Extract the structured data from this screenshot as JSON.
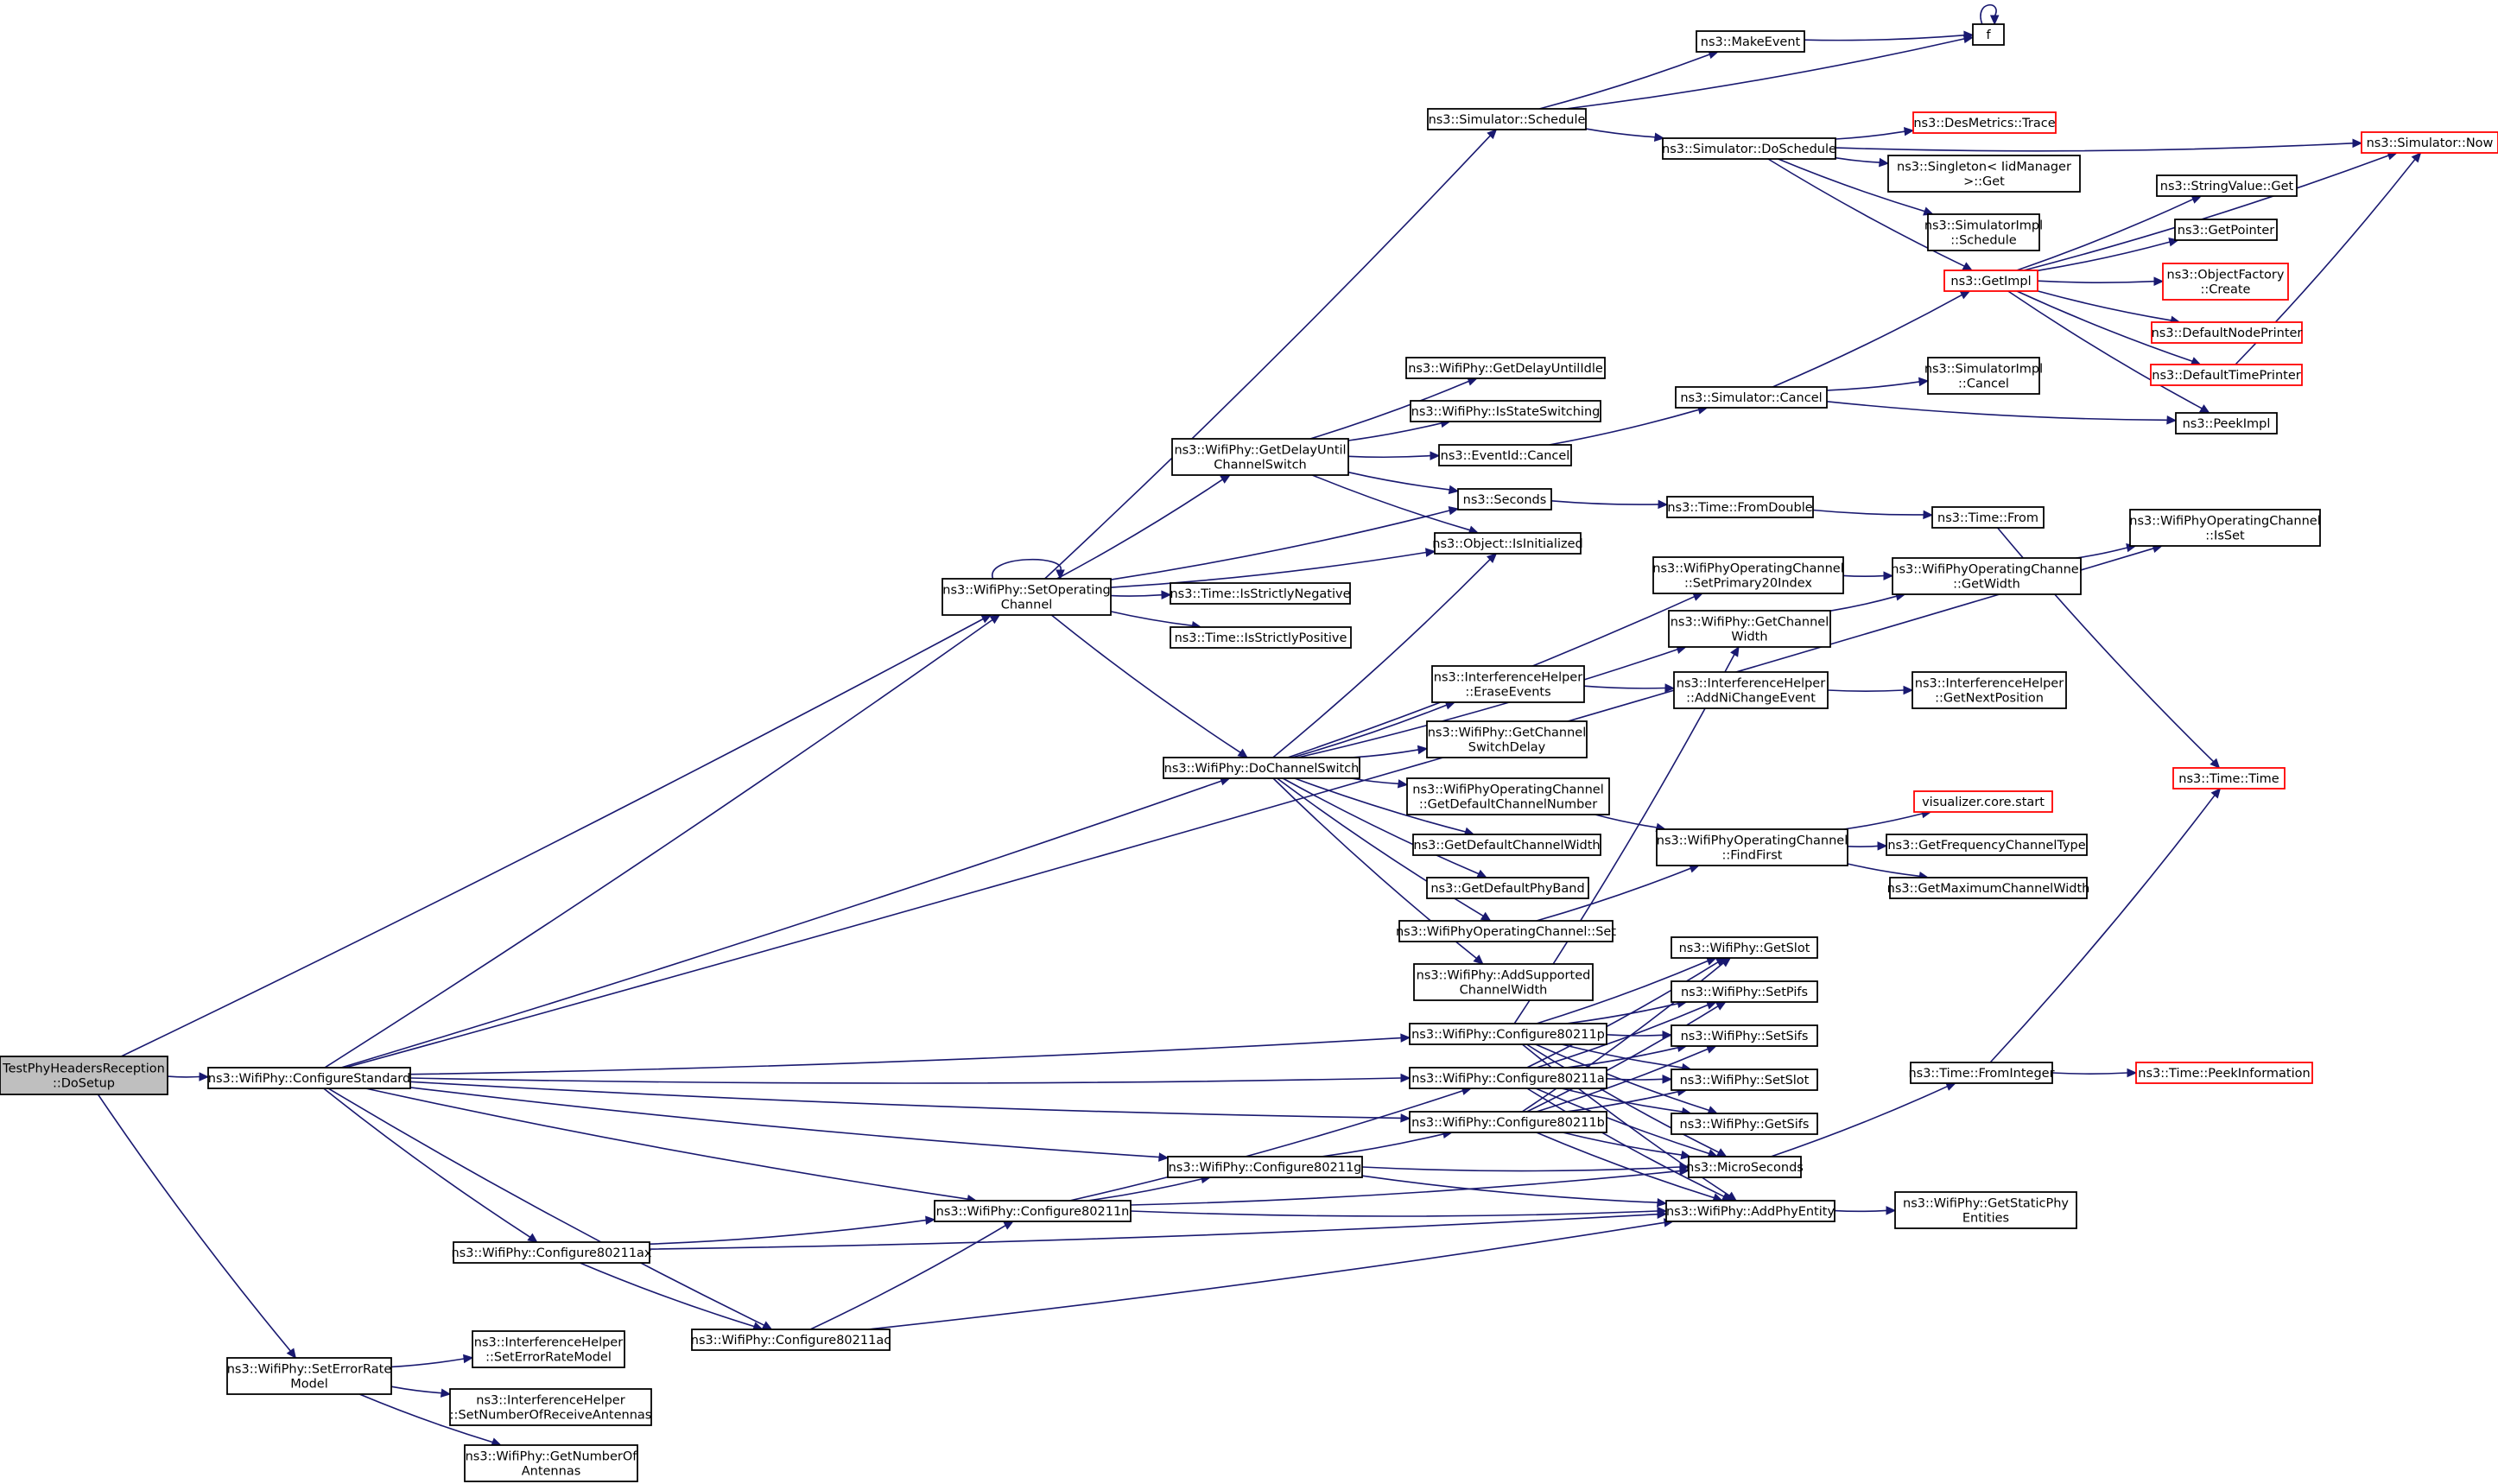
{
  "nodes": [
    {
      "id": "root",
      "lines": [
        "TestPhyHeadersReception",
        "::DoSetup"
      ],
      "kind": "root"
    },
    {
      "id": "cfgstd",
      "lines": [
        "ns3::WifiPhy::ConfigureStandard"
      ]
    },
    {
      "id": "seterr",
      "lines": [
        "ns3::WifiPhy::SetErrorRate",
        "Model"
      ]
    },
    {
      "id": "ih_seterr",
      "lines": [
        "ns3::InterferenceHelper",
        "::SetErrorRateModel"
      ]
    },
    {
      "id": "ih_setnum",
      "lines": [
        "ns3::InterferenceHelper",
        "::SetNumberOfReceiveAntennas"
      ]
    },
    {
      "id": "getnumant",
      "lines": [
        "ns3::WifiPhy::GetNumberOf",
        "Antennas"
      ]
    },
    {
      "id": "setop",
      "lines": [
        "ns3::WifiPhy::SetOperating",
        "Channel"
      ]
    },
    {
      "id": "dochsw",
      "lines": [
        "ns3::WifiPhy::DoChannelSwitch"
      ]
    },
    {
      "id": "getdelay",
      "lines": [
        "ns3::WifiPhy::GetDelayUntil",
        "ChannelSwitch"
      ]
    },
    {
      "id": "getdelayidle",
      "lines": [
        "ns3::WifiPhy::GetDelayUntilIdle"
      ]
    },
    {
      "id": "isstatesw",
      "lines": [
        "ns3::WifiPhy::IsStateSwitching"
      ]
    },
    {
      "id": "evcancel",
      "lines": [
        "ns3::EventId::Cancel"
      ]
    },
    {
      "id": "seconds",
      "lines": [
        "ns3::Seconds"
      ]
    },
    {
      "id": "isinit",
      "lines": [
        "ns3::Object::IsInitialized"
      ]
    },
    {
      "id": "strneg",
      "lines": [
        "ns3::Time::IsStrictlyNegative"
      ]
    },
    {
      "id": "strpos",
      "lines": [
        "ns3::Time::IsStrictlyPositive"
      ]
    },
    {
      "id": "sched",
      "lines": [
        "ns3::Simulator::Schedule"
      ]
    },
    {
      "id": "mkevent",
      "lines": [
        "ns3::MakeEvent"
      ]
    },
    {
      "id": "f",
      "lines": [
        "f"
      ]
    },
    {
      "id": "dosched",
      "lines": [
        "ns3::Simulator::DoSchedule"
      ]
    },
    {
      "id": "desmetrics",
      "lines": [
        "ns3::DesMetrics::Trace"
      ],
      "kind": "red"
    },
    {
      "id": "singleton",
      "lines": [
        "ns3::Singleton< IidManager",
        ">::Get"
      ]
    },
    {
      "id": "simimplsched",
      "lines": [
        "ns3::SimulatorImpl",
        "::Schedule"
      ]
    },
    {
      "id": "getimpl",
      "lines": [
        "ns3::GetImpl"
      ],
      "kind": "red"
    },
    {
      "id": "simnow",
      "lines": [
        "ns3::Simulator::Now"
      ],
      "kind": "red"
    },
    {
      "id": "strvalget",
      "lines": [
        "ns3::StringValue::Get"
      ]
    },
    {
      "id": "getpointer",
      "lines": [
        "ns3::GetPointer"
      ]
    },
    {
      "id": "objfactory",
      "lines": [
        "ns3::ObjectFactory",
        "::Create"
      ],
      "kind": "red"
    },
    {
      "id": "defnodeprint",
      "lines": [
        "ns3::DefaultNodePrinter"
      ],
      "kind": "red"
    },
    {
      "id": "deftimeprint",
      "lines": [
        "ns3::DefaultTimePrinter"
      ],
      "kind": "red"
    },
    {
      "id": "peekimpl",
      "lines": [
        "ns3::PeekImpl"
      ]
    },
    {
      "id": "simcancel",
      "lines": [
        "ns3::Simulator::Cancel"
      ]
    },
    {
      "id": "simimplcancel",
      "lines": [
        "ns3::SimulatorImpl",
        "::Cancel"
      ]
    },
    {
      "id": "fromdouble",
      "lines": [
        "ns3::Time::FromDouble"
      ]
    },
    {
      "id": "timefrom",
      "lines": [
        "ns3::Time::From"
      ]
    },
    {
      "id": "chisset",
      "lines": [
        "ns3::WifiPhyOperatingChannel",
        "::IsSet"
      ]
    },
    {
      "id": "setprimary",
      "lines": [
        "ns3::WifiPhyOperatingChannel",
        "::SetPrimary20Index"
      ]
    },
    {
      "id": "opgetwidth",
      "lines": [
        "ns3::WifiPhyOperatingChannel",
        "::GetWidth"
      ]
    },
    {
      "id": "getchwidth",
      "lines": [
        "ns3::WifiPhy::GetChannel",
        "Width"
      ]
    },
    {
      "id": "erase",
      "lines": [
        "ns3::InterferenceHelper",
        "::EraseEvents"
      ]
    },
    {
      "id": "addnich",
      "lines": [
        "ns3::InterferenceHelper",
        "::AddNiChangeEvent"
      ]
    },
    {
      "id": "getnextpos",
      "lines": [
        "ns3::InterferenceHelper",
        "::GetNextPosition"
      ]
    },
    {
      "id": "getchswdelay",
      "lines": [
        "ns3::WifiPhy::GetChannel",
        "SwitchDelay"
      ]
    },
    {
      "id": "getdefchnum",
      "lines": [
        "ns3::WifiPhyOperatingChannel",
        "::GetDefaultChannelNumber"
      ]
    },
    {
      "id": "timetime",
      "lines": [
        "ns3::Time::Time"
      ],
      "kind": "red"
    },
    {
      "id": "vizstart",
      "lines": [
        "visualizer.core.start"
      ],
      "kind": "red"
    },
    {
      "id": "findfirst",
      "lines": [
        "ns3::WifiPhyOperatingChannel",
        "::FindFirst"
      ]
    },
    {
      "id": "getfreqtype",
      "lines": [
        "ns3::GetFrequencyChannelType"
      ]
    },
    {
      "id": "getmaxwidth",
      "lines": [
        "ns3::GetMaximumChannelWidth"
      ]
    },
    {
      "id": "getdefwidth",
      "lines": [
        "ns3::GetDefaultChannelWidth"
      ]
    },
    {
      "id": "getdefband",
      "lines": [
        "ns3::GetDefaultPhyBand"
      ]
    },
    {
      "id": "opset",
      "lines": [
        "ns3::WifiPhyOperatingChannel::Set"
      ]
    },
    {
      "id": "addsupp",
      "lines": [
        "ns3::WifiPhy::AddSupported",
        "ChannelWidth"
      ]
    },
    {
      "id": "getslot",
      "lines": [
        "ns3::WifiPhy::GetSlot"
      ]
    },
    {
      "id": "setpifs",
      "lines": [
        "ns3::WifiPhy::SetPifs"
      ]
    },
    {
      "id": "setsifs",
      "lines": [
        "ns3::WifiPhy::SetSifs"
      ]
    },
    {
      "id": "setslot",
      "lines": [
        "ns3::WifiPhy::SetSlot"
      ]
    },
    {
      "id": "getsifs",
      "lines": [
        "ns3::WifiPhy::GetSifs"
      ]
    },
    {
      "id": "micro",
      "lines": [
        "ns3::MicroSeconds"
      ]
    },
    {
      "id": "addphy",
      "lines": [
        "ns3::WifiPhy::AddPhyEntity"
      ]
    },
    {
      "id": "getstatic",
      "lines": [
        "ns3::WifiPhy::GetStaticPhy",
        "Entities"
      ]
    },
    {
      "id": "frominteger",
      "lines": [
        "ns3::Time::FromInteger"
      ]
    },
    {
      "id": "peekinfo",
      "lines": [
        "ns3::Time::PeekInformation"
      ],
      "kind": "red"
    },
    {
      "id": "cfgp",
      "lines": [
        "ns3::WifiPhy::Configure80211p"
      ]
    },
    {
      "id": "cfga",
      "lines": [
        "ns3::WifiPhy::Configure80211a"
      ]
    },
    {
      "id": "cfgb",
      "lines": [
        "ns3::WifiPhy::Configure80211b"
      ]
    },
    {
      "id": "cfgg",
      "lines": [
        "ns3::WifiPhy::Configure80211g"
      ]
    },
    {
      "id": "cfgn",
      "lines": [
        "ns3::WifiPhy::Configure80211n"
      ]
    },
    {
      "id": "cfgax",
      "lines": [
        "ns3::WifiPhy::Configure80211ax"
      ]
    },
    {
      "id": "cfgac",
      "lines": [
        "ns3::WifiPhy::Configure80211ac"
      ]
    }
  ],
  "edges": [
    [
      "root",
      "setop"
    ],
    [
      "root",
      "cfgstd"
    ],
    [
      "root",
      "seterr"
    ],
    [
      "seterr",
      "ih_seterr"
    ],
    [
      "seterr",
      "ih_setnum"
    ],
    [
      "seterr",
      "getnumant"
    ],
    [
      "cfgstd",
      "setop"
    ],
    [
      "cfgstd",
      "dochsw"
    ],
    [
      "cfgstd",
      "cfgp"
    ],
    [
      "cfgstd",
      "cfga"
    ],
    [
      "cfgstd",
      "cfgb"
    ],
    [
      "cfgstd",
      "cfgg"
    ],
    [
      "cfgstd",
      "cfgn"
    ],
    [
      "cfgstd",
      "cfgax"
    ],
    [
      "cfgstd",
      "cfgac"
    ],
    [
      "cfgstd",
      "chisset"
    ],
    [
      "setop",
      "setop"
    ],
    [
      "setop",
      "sched"
    ],
    [
      "setop",
      "getdelay"
    ],
    [
      "setop",
      "seconds"
    ],
    [
      "setop",
      "isinit"
    ],
    [
      "setop",
      "strneg"
    ],
    [
      "setop",
      "strpos"
    ],
    [
      "setop",
      "dochsw"
    ],
    [
      "getdelay",
      "getdelayidle"
    ],
    [
      "getdelay",
      "isstatesw"
    ],
    [
      "getdelay",
      "evcancel"
    ],
    [
      "getdelay",
      "seconds"
    ],
    [
      "getdelay",
      "isinit"
    ],
    [
      "evcancel",
      "simcancel"
    ],
    [
      "simcancel",
      "getimpl"
    ],
    [
      "simcancel",
      "simimplcancel"
    ],
    [
      "simcancel",
      "peekimpl"
    ],
    [
      "sched",
      "mkevent"
    ],
    [
      "sched",
      "f"
    ],
    [
      "sched",
      "dosched"
    ],
    [
      "mkevent",
      "f"
    ],
    [
      "f",
      "f"
    ],
    [
      "dosched",
      "simnow"
    ],
    [
      "dosched",
      "desmetrics"
    ],
    [
      "dosched",
      "singleton"
    ],
    [
      "dosched",
      "simimplsched"
    ],
    [
      "dosched",
      "getimpl"
    ],
    [
      "getimpl",
      "simnow"
    ],
    [
      "getimpl",
      "strvalget"
    ],
    [
      "getimpl",
      "getpointer"
    ],
    [
      "getimpl",
      "objfactory"
    ],
    [
      "getimpl",
      "defnodeprint"
    ],
    [
      "getimpl",
      "deftimeprint"
    ],
    [
      "getimpl",
      "peekimpl"
    ],
    [
      "deftimeprint",
      "simnow"
    ],
    [
      "seconds",
      "fromdouble"
    ],
    [
      "fromdouble",
      "timefrom"
    ],
    [
      "timefrom",
      "timetime"
    ],
    [
      "dochsw",
      "isinit"
    ],
    [
      "dochsw",
      "setprimary"
    ],
    [
      "dochsw",
      "getchwidth"
    ],
    [
      "dochsw",
      "erase"
    ],
    [
      "dochsw",
      "getchswdelay"
    ],
    [
      "dochsw",
      "getdefchnum"
    ],
    [
      "dochsw",
      "getdefwidth"
    ],
    [
      "dochsw",
      "getdefband"
    ],
    [
      "dochsw",
      "opset"
    ],
    [
      "dochsw",
      "addsupp"
    ],
    [
      "setprimary",
      "opgetwidth"
    ],
    [
      "getchwidth",
      "opgetwidth"
    ],
    [
      "opgetwidth",
      "chisset"
    ],
    [
      "erase",
      "addnich"
    ],
    [
      "addnich",
      "getnextpos"
    ],
    [
      "getdefchnum",
      "findfirst"
    ],
    [
      "opset",
      "findfirst"
    ],
    [
      "findfirst",
      "vizstart"
    ],
    [
      "findfirst",
      "getfreqtype"
    ],
    [
      "findfirst",
      "getmaxwidth"
    ],
    [
      "cfgp",
      "getchwidth"
    ],
    [
      "cfgp",
      "getslot"
    ],
    [
      "cfgp",
      "setpifs"
    ],
    [
      "cfgp",
      "setsifs"
    ],
    [
      "cfgp",
      "setslot"
    ],
    [
      "cfgp",
      "getsifs"
    ],
    [
      "cfgp",
      "micro"
    ],
    [
      "cfgp",
      "addphy"
    ],
    [
      "cfga",
      "getslot"
    ],
    [
      "cfga",
      "setpifs"
    ],
    [
      "cfga",
      "setsifs"
    ],
    [
      "cfga",
      "setslot"
    ],
    [
      "cfga",
      "getsifs"
    ],
    [
      "cfga",
      "micro"
    ],
    [
      "cfga",
      "addphy"
    ],
    [
      "cfgb",
      "getslot"
    ],
    [
      "cfgb",
      "setpifs"
    ],
    [
      "cfgb",
      "setsifs"
    ],
    [
      "cfgb",
      "setslot"
    ],
    [
      "cfgb",
      "micro"
    ],
    [
      "cfgb",
      "addphy"
    ],
    [
      "cfgg",
      "cfgb"
    ],
    [
      "cfgg",
      "micro"
    ],
    [
      "cfgg",
      "addphy"
    ],
    [
      "cfgn",
      "cfga"
    ],
    [
      "cfgn",
      "cfgg"
    ],
    [
      "cfgn",
      "micro"
    ],
    [
      "cfgn",
      "addphy"
    ],
    [
      "cfgax",
      "cfgn"
    ],
    [
      "cfgax",
      "cfgac"
    ],
    [
      "cfgax",
      "addphy"
    ],
    [
      "cfgac",
      "cfgn"
    ],
    [
      "cfgac",
      "addphy"
    ],
    [
      "micro",
      "frominteger"
    ],
    [
      "frominteger",
      "peekinfo"
    ],
    [
      "frominteger",
      "timetime"
    ],
    [
      "addphy",
      "getstatic"
    ]
  ]
}
